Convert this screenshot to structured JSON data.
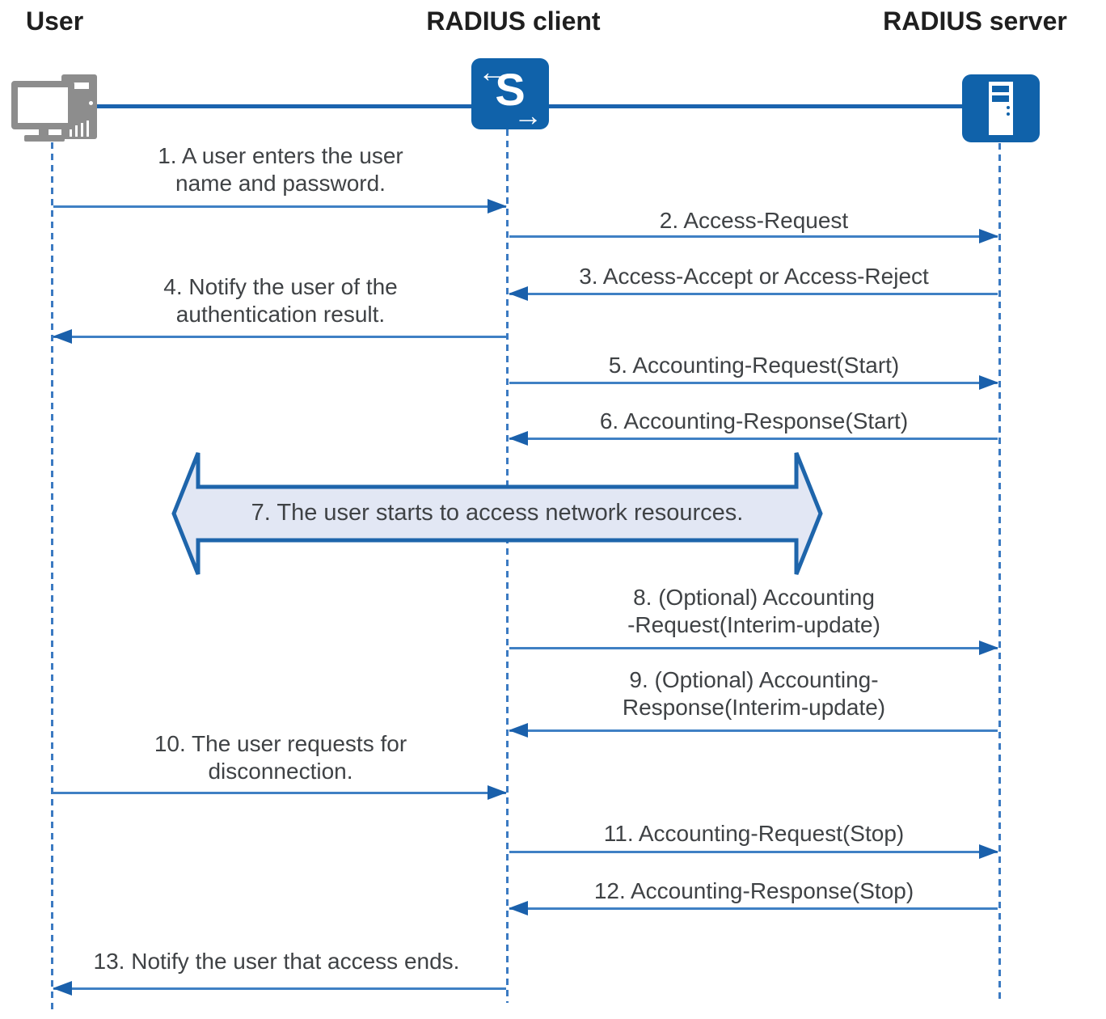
{
  "actors": {
    "user": {
      "label": "User"
    },
    "client": {
      "label": "RADIUS client",
      "switch_letter": "S",
      "arrow_in_glyph": "←",
      "arrow_out_glyph": "→"
    },
    "server": {
      "label": "RADIUS server"
    }
  },
  "messages": {
    "m1": {
      "text": "1. A user enters the user\nname and password.",
      "from": "User",
      "to": "RADIUS client",
      "direction": "right"
    },
    "m2": {
      "text": "2. Access-Request",
      "from": "RADIUS client",
      "to": "RADIUS server",
      "direction": "right"
    },
    "m3": {
      "text": "3. Access-Accept or Access-Reject",
      "from": "RADIUS server",
      "to": "RADIUS client",
      "direction": "left"
    },
    "m4": {
      "text": "4. Notify the user of the\nauthentication result.",
      "from": "RADIUS client",
      "to": "User",
      "direction": "left"
    },
    "m5": {
      "text": "5. Accounting-Request(Start)",
      "from": "RADIUS client",
      "to": "RADIUS server",
      "direction": "right"
    },
    "m6": {
      "text": "6. Accounting-Response(Start)",
      "from": "RADIUS server",
      "to": "RADIUS client",
      "direction": "left"
    },
    "m8": {
      "text": "8. (Optional) Accounting\n-Request(Interim-update)",
      "from": "RADIUS client",
      "to": "RADIUS server",
      "direction": "right"
    },
    "m9": {
      "text": "9. (Optional) Accounting-\nResponse(Interim-update)",
      "from": "RADIUS server",
      "to": "RADIUS client",
      "direction": "left"
    },
    "m10": {
      "text": "10. The user requests for\ndisconnection.",
      "from": "User",
      "to": "RADIUS client",
      "direction": "right"
    },
    "m11": {
      "text": "11. Accounting-Request(Stop)",
      "from": "RADIUS client",
      "to": "RADIUS server",
      "direction": "right"
    },
    "m12": {
      "text": "12. Accounting-Response(Stop)",
      "from": "RADIUS server",
      "to": "RADIUS client",
      "direction": "left"
    },
    "m13": {
      "text": "13. Notify the user that access ends.",
      "from": "RADIUS client",
      "to": "User",
      "direction": "left"
    }
  },
  "banner": {
    "text": "7. The user starts to access network resources."
  },
  "colors": {
    "icon_blue": "#1062aa",
    "line_blue": "#1a63ae",
    "arrow_shaft": "#3f80c4",
    "arrow_head": "#1a60ab",
    "lifeline_blue": "#3b7ac2",
    "banner_fill": "#e2e7f4",
    "banner_border": "#1e65ab",
    "text_dark": "#3f4245",
    "title_dark": "#1f1f1f",
    "device_gray": "#8d8d8d"
  }
}
